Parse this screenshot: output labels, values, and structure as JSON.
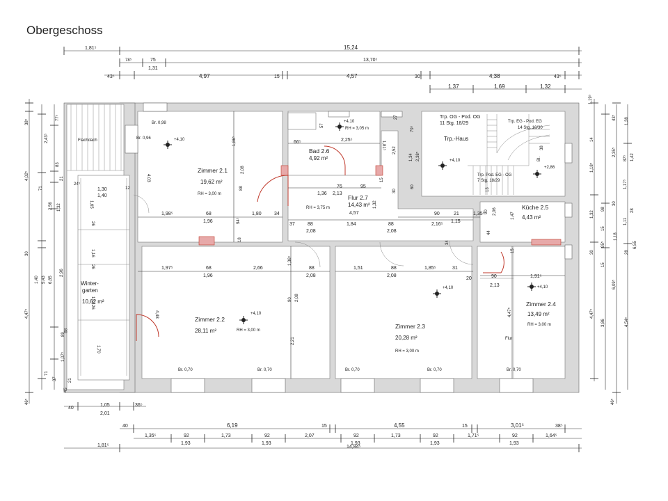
{
  "title": "Obergeschoss",
  "rooms": {
    "zimmer21": {
      "name": "Zimmer 2.1",
      "area": "19,62 m²",
      "rh": "RH = 3,00 m",
      "window": "Br. 0,98",
      "window2": "Br. 0,96",
      "level": "+4,10"
    },
    "zimmer22": {
      "name": "Zimmer 2.2",
      "area": "28,11 m²",
      "rh": "RH = 3,00 m",
      "window1": "Br. 0,70",
      "window2": "Br. 0,70",
      "level": "+4,10"
    },
    "zimmer23": {
      "name": "Zimmer 2.3",
      "area": "20,28 m²",
      "rh": "RH = 3,00 m",
      "window1": "Br. 0,70",
      "window2": "Br. 0,70",
      "level": "+4,10"
    },
    "zimmer24": {
      "name": "Zimmer 2.4",
      "area": "13,49 m²",
      "rh": "RH = 3,00 m",
      "window": "Br. 0,70",
      "level": "+4,10",
      "flur": "Flur"
    },
    "bad": {
      "name": "Bad 2.6",
      "area": "4,92 m²",
      "level": "+4,10",
      "rh": "RH = 3,05 m"
    },
    "flur": {
      "name": "Flur 2.7",
      "area": "14,43 m²",
      "rh": "RH = 3,75 m"
    },
    "kueche": {
      "name": "Küche 2.5",
      "area": "4,43 m²"
    },
    "trp": {
      "name": "Trp.-Haus",
      "level": "+4,10",
      "level2": "+2,86",
      "og": "Trp. OG - Pod. OG",
      "og_stg": "11 Stg. 18/29",
      "eg": "Trp. EG - Pod. EG",
      "eg_stg": "14 Stg. 18/30",
      "pod": "Trp. Pod. EG - OG",
      "pod_stg": "7 Stg. 18/29"
    },
    "winter": {
      "name1": "Winter-",
      "name2": "garten",
      "area": "10,62 m²"
    },
    "flachdach": "Flachdach"
  },
  "dims_top": {
    "r1": [
      "1,81⁵",
      "15,24"
    ],
    "r2": [
      "78⁵",
      "75",
      "13,70⁵",
      "1,31"
    ],
    "r3": [
      "43⁵",
      "4,97",
      "15",
      "4,57",
      "30",
      "4,38",
      "43⁵"
    ],
    "r4": [
      "1,37",
      "1,69",
      "1,32"
    ]
  },
  "dims_bottom": {
    "r1": [
      "40",
      "1,05",
      "2,01",
      "36⁵"
    ],
    "r2": [
      "40",
      "6,19",
      "15",
      "4,55",
      "15",
      "3,01⁵",
      "38⁵"
    ],
    "r3": [
      "1,35⁵",
      "92",
      "1,93",
      "1,73",
      "92",
      "1,93",
      "2,07",
      "92",
      "1,93",
      "1,73",
      "92",
      "1,93",
      "1,71⁵",
      "92",
      "1,93",
      "1,64⁵"
    ],
    "r4": [
      "1,81⁵",
      "14,84⁵"
    ]
  },
  "dims_left": [
    "38⁵",
    "77⁵",
    "2,43⁵",
    "83",
    "21",
    "4,02⁵",
    "71",
    "2,56",
    "1,32",
    "30",
    "6,85",
    "5,43",
    "1,40",
    "2,96",
    "4,47⁵",
    "89",
    "1,07⁵",
    "71",
    "37",
    "21",
    "45",
    "46⁵"
  ],
  "dims_right": [
    "1,19⁵",
    "43⁵",
    "1,38",
    "14",
    "2,35⁵",
    "87⁵",
    "1,42",
    "1,18⁵",
    "1,17⁵",
    "1,32",
    "98",
    "30",
    "1,11",
    "28",
    "15",
    "95⁵",
    "1,18",
    "30",
    "28",
    "6,55",
    "15",
    "6,09⁵",
    "4,47⁵",
    "3,86",
    "4,54⁵",
    "46⁵"
  ],
  "dims_inner": {
    "zimmer21": [
      "1,98⁵",
      "68",
      "1,96",
      "1,80",
      "34",
      "4,03",
      "1,86⁵",
      "88",
      "2,08",
      "94⁵",
      "18",
      "1,30",
      "1,40",
      "24⁵",
      "12"
    ],
    "bad": [
      "66⁵",
      "2,25⁵",
      "57",
      "1,81⁵",
      "2,52",
      "27",
      "79⁵",
      "1,34",
      "2,38⁵",
      "60",
      "30"
    ],
    "flur": [
      "76",
      "95",
      "1,36",
      "2,13",
      "4,57",
      "37",
      "88",
      "2,08",
      "1,84",
      "88",
      "2,08",
      "1,32",
      "15"
    ],
    "kueche": [
      "90",
      "21",
      "1,35⁵",
      "2,16⁵",
      "1,15",
      "90",
      "2,06",
      "1,47",
      "44",
      "13",
      "15"
    ],
    "zimmer22": [
      "1,97⁵",
      "68",
      "1,96",
      "2,66",
      "1,36⁵",
      "88",
      "2,08",
      "90",
      "2,08",
      "2,21",
      "4,48"
    ],
    "zimmer23": [
      "1,51",
      "88",
      "2,08",
      "1,85⁵",
      "31",
      "34"
    ],
    "zimmer24": [
      "20",
      "90",
      "2,13",
      "1,91⁵",
      "4,47⁵"
    ],
    "winter": [
      "1,65",
      "26",
      "1,16",
      "26",
      "1,14",
      "26",
      "89",
      "1,70"
    ],
    "trp": [
      "38",
      "Bl."
    ]
  }
}
